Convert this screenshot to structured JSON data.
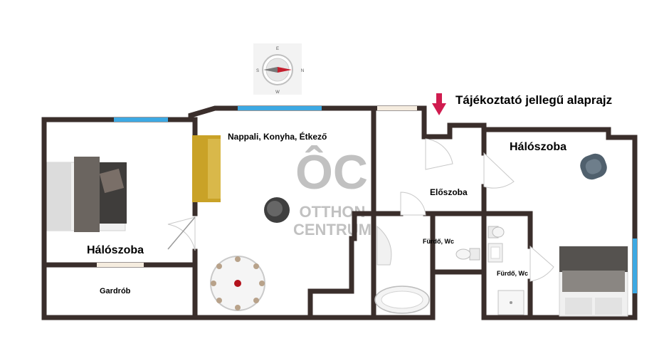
{
  "title": "Tájékoztató jellegű alaprajz",
  "watermark": {
    "monogram": "ÔC",
    "line1": "OTTHON",
    "line2": "CENTRUM"
  },
  "compass": {
    "north": "N",
    "south": "S",
    "east": "E",
    "west": "W"
  },
  "rooms": {
    "bedroom_left": "Hálószoba",
    "living": "Nappali, Konyha, Étkező",
    "hall": "Előszoba",
    "bedroom_right": "Hálószoba",
    "bath1": "Fürdő, Wc",
    "bath2": "Fürdő, Wc",
    "wardrobe": "Gardrób"
  },
  "colors": {
    "wall": "#3a2e2b",
    "window": "#3da9e3",
    "arrow": "#d01c4f",
    "sofa": "#c9a227",
    "watermark": "#8f8f8f"
  }
}
